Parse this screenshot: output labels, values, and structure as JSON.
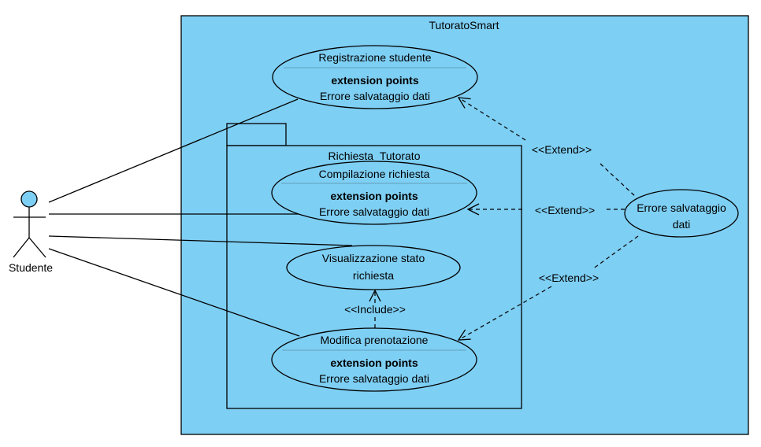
{
  "colors": {
    "fill": "#7ecff4",
    "stroke": "#000000",
    "background": "#ffffff"
  },
  "system": {
    "title": "TutoratoSmart"
  },
  "package": {
    "title": "Richiesta_Tutorato"
  },
  "actor": {
    "label": "Studente",
    "icon": "stick-figure-actor-icon"
  },
  "use_cases": {
    "registrazione": {
      "title": "Registrazione studente",
      "ext_heading": "extension points",
      "ext_point": "Errore salvataggio dati"
    },
    "compilazione": {
      "title": "Compilazione richiesta",
      "ext_heading": "extension points",
      "ext_point": "Errore salvataggio dati"
    },
    "visualizzazione": {
      "line1": "Visualizzazione stato",
      "line2": "richiesta"
    },
    "modifica": {
      "title": "Modifica prenotazione",
      "ext_heading": "extension points",
      "ext_point": "Errore salvataggio dati"
    },
    "errore": {
      "line1": "Errore salvataggio",
      "line2": "dati"
    }
  },
  "relations": {
    "extend_1": "<<Extend>>",
    "extend_2": "<<Extend>>",
    "extend_3": "<<Extend>>",
    "include_1": "<<Include>>"
  }
}
